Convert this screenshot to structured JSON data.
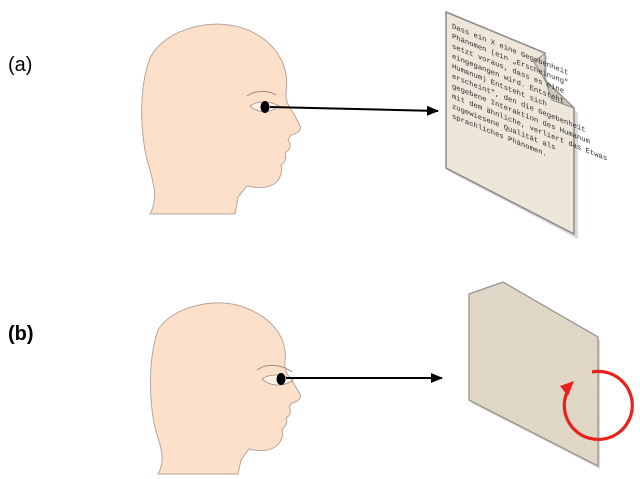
{
  "labels": {
    "panel_a": "(a)",
    "panel_b": "(b)"
  },
  "document_text": [
    "Dass ein X eine Gegebenheit",
    "Phänomen (ein „Erscheinung\"",
    "setzt voraus, dass es eine",
    "eingegangen wird. Entsteht",
    "Humanum)   Entsteht   sich",
    "erscheint\",  den  die  Gegebenheit",
    "gegebene Interaktion des Humanum",
    "mit dem ähnliche, verliert das Etwas",
    "zugewiesene Qualität als",
    "sprachliches Phänomen."
  ],
  "colors": {
    "skin": "#fde0c9",
    "paper": "#efe6da",
    "sandstone": "#e6dccb",
    "rotation_arrow": "#e8211c",
    "gaze_arrow": "#000000"
  },
  "icons": {
    "head_top": "human-head-profile",
    "head_bottom": "human-head-profile",
    "document": "text-document-with-folded-corner",
    "blank_panel": "blank-textured-panel",
    "rotation": "circular-rotation-arrow"
  }
}
